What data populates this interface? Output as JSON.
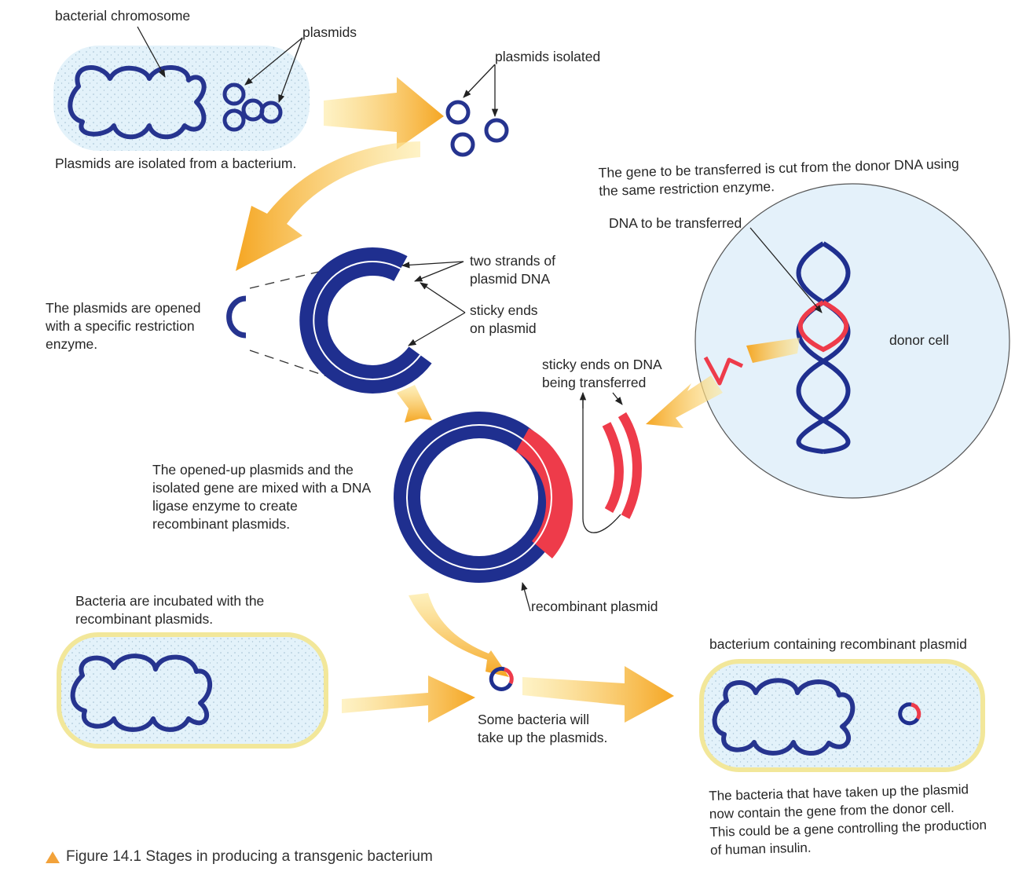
{
  "labels": {
    "bacterial_chromosome": "bacterial chromosome",
    "plasmids": "plasmids",
    "plasmids_isolated": "plasmids isolated",
    "step1": "Plasmids are isolated from a bacterium.",
    "gene_cut": [
      "The gene to be transferred is cut from the donor DNA using",
      "the same restriction enzyme."
    ],
    "dna_transferred": "DNA to be transferred",
    "two_strands": [
      "two strands of",
      "plasmid DNA"
    ],
    "sticky_plasmid": [
      "sticky ends",
      "on plasmid"
    ],
    "opened": [
      "The plasmids are opened",
      "with a specific restriction",
      "enzyme."
    ],
    "donor_cell": "donor cell",
    "sticky_dna": [
      "sticky ends on DNA",
      "being transferred"
    ],
    "mixed": [
      "The opened-up plasmids and the",
      "isolated gene are mixed with a DNA",
      "ligase enzyme to create",
      "recombinant plasmids."
    ],
    "recombinant_plasmid": "recombinant plasmid",
    "incubated": [
      "Bacteria are incubated with the",
      "recombinant plasmids."
    ],
    "bacterium_containing": "bacterium containing recombinant plasmid",
    "take_up": [
      "Some bacteria will",
      "take up the plasmids."
    ],
    "result": [
      "The bacteria that have taken up the plasmid",
      "now contain the gene from the donor cell.",
      "This could be a gene controlling the production",
      "of human insulin."
    ]
  },
  "caption": "Figure 14.1 Stages in producing a transgenic bacterium",
  "colors": {
    "dna_blue": "#1f2f8f",
    "gene_red": "#ee3b4a",
    "arrow_yellow": "#f7b52c",
    "cell_fill": "#e2f2fa",
    "cell_wall": "#f2e79a"
  }
}
